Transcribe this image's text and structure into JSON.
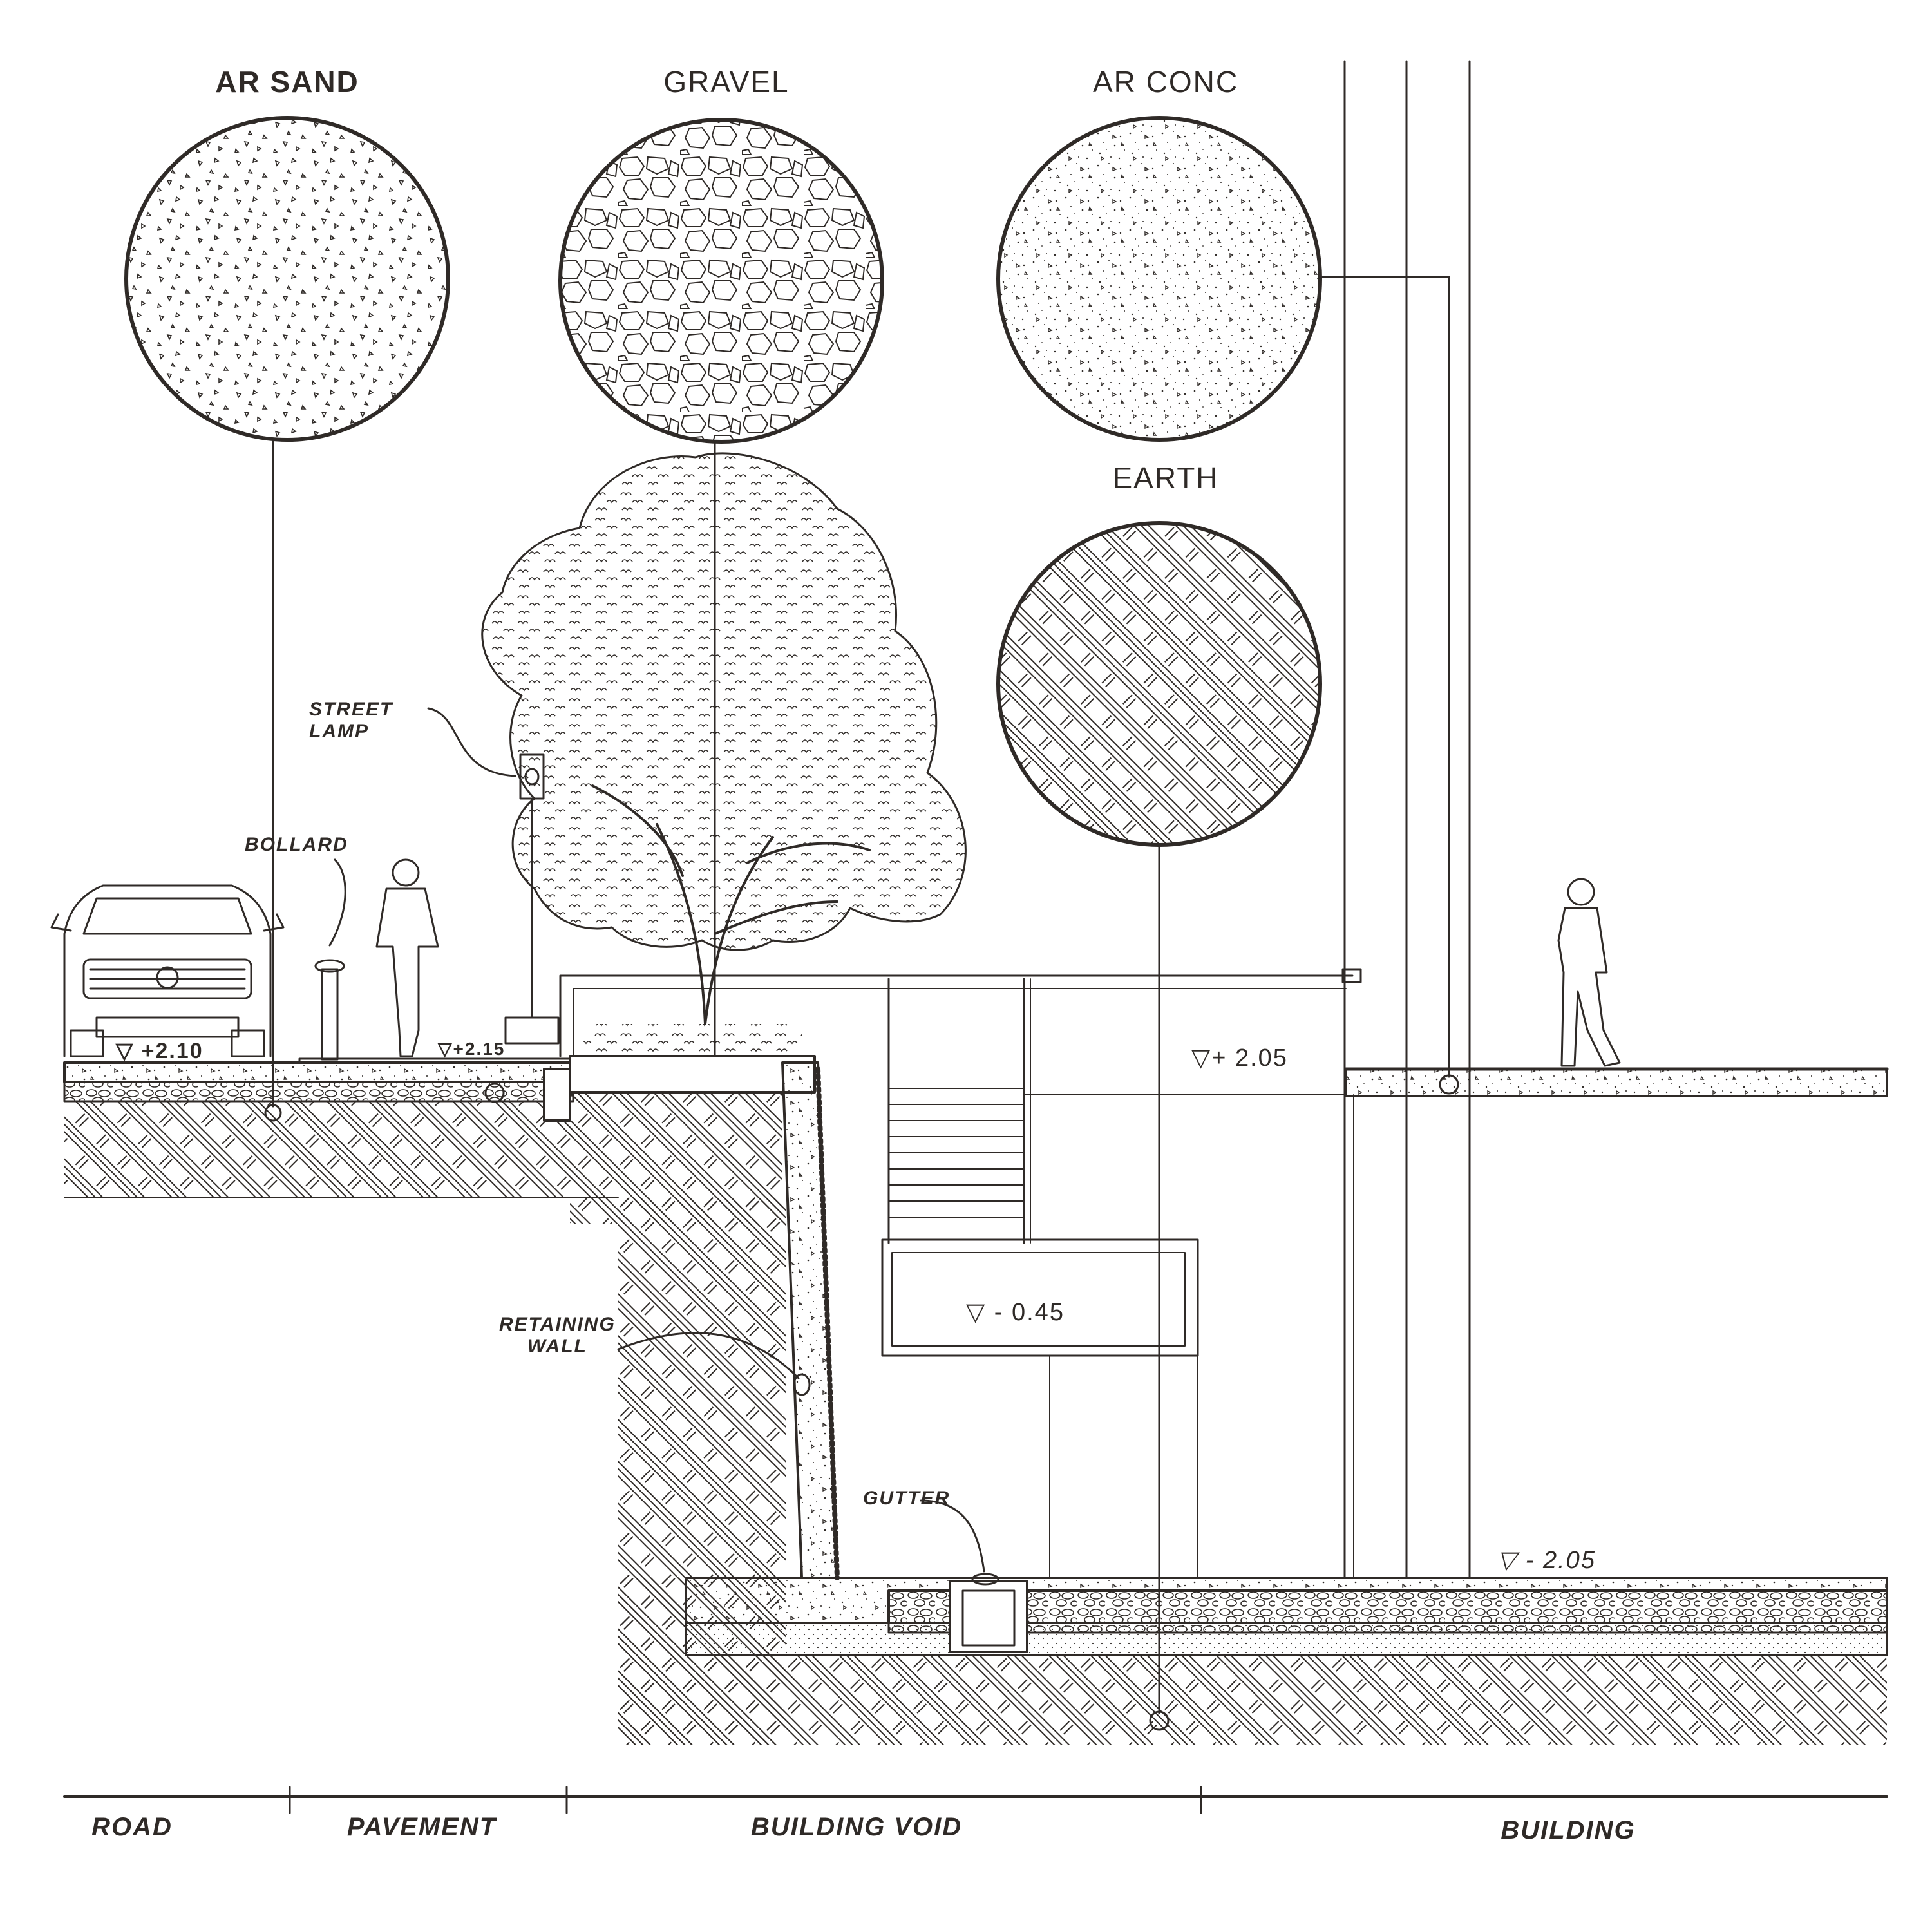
{
  "materials": {
    "ar_sand": "AR SAND",
    "gravel": "GRAVEL",
    "ar_conc": "AR CONC",
    "earth": "EARTH"
  },
  "callouts": {
    "street_lamp": "STREET\nLAMP",
    "bollard": "BOLLARD",
    "retaining_wall": "RETAINING\nWALL",
    "gutter": "GUTTER"
  },
  "levels": {
    "road": "▽ +2.10",
    "pavement": "▽+2.15",
    "building_ground": "▽+ 2.05",
    "void_platform": "▽ - 0.45",
    "basement": "▽ - 2.05"
  },
  "zones": {
    "road": "ROAD",
    "pavement": "PAVEMENT",
    "building_void": "BUILDING VOID",
    "building": "BUILDING"
  },
  "colors": {
    "ink": "#2f2a27",
    "paper": "#ffffff"
  }
}
